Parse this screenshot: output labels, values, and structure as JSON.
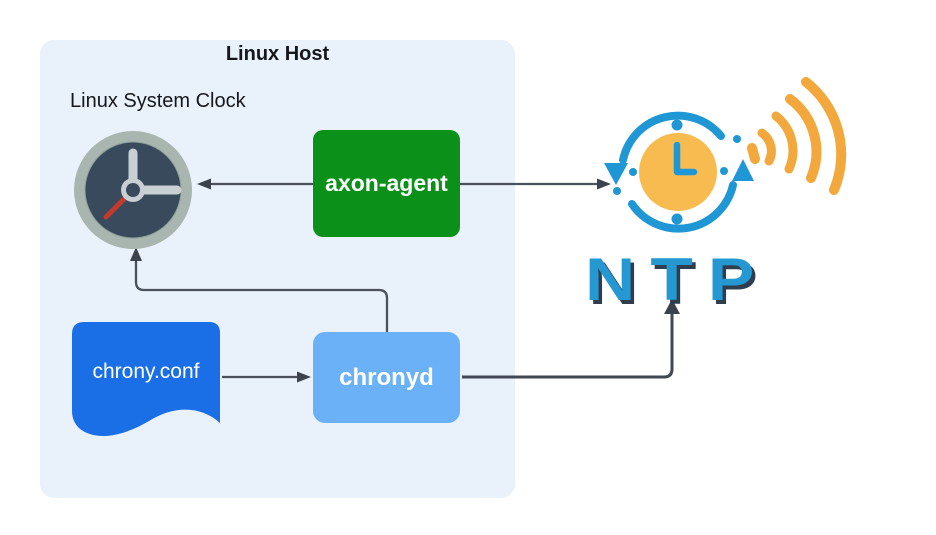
{
  "host": {
    "title": "Linux Host"
  },
  "nodes": {
    "system_clock": {
      "label": "Linux System Clock",
      "icon": "analog-clock-icon"
    },
    "axon_agent": {
      "label": "axon-agent"
    },
    "chrony_conf": {
      "label": "chrony.conf",
      "shape": "document"
    },
    "chronyd": {
      "label": "chronyd"
    },
    "ntp_server": {
      "label": "NTP",
      "icon": "ntp-clock-signal-logo"
    }
  },
  "edges": [
    {
      "from": "axon-agent",
      "to": "Linux System Clock",
      "style": "arrow-left"
    },
    {
      "from": "axon-agent",
      "to": "NTP",
      "style": "arrow-right"
    },
    {
      "from": "chrony.conf",
      "to": "chronyd",
      "style": "arrow-right"
    },
    {
      "from": "chronyd",
      "to": "Linux System Clock",
      "style": "elbow-arrow-up"
    },
    {
      "from": "chronyd",
      "to": "NTP",
      "style": "elbow-arrow-up"
    }
  ],
  "colors": {
    "host_bg": "#e9f1fb",
    "green": "#0b9119",
    "doc_blue": "#1b6fe6",
    "chronyd_blue": "#6bb1f8",
    "ntp_blue": "#2097d5",
    "ntp_text_blue": "#2598d2",
    "ntp_shadow": "#2f3d4e",
    "amber": "#f2a83c",
    "amber_light": "#f8bb50",
    "clock_ring": "#a9b6b0",
    "clock_face": "#3a4a5d",
    "clock_hand": "#c9d0d4",
    "clock_second_hand": "#c23b2c",
    "edge_line": "#4b515b",
    "edge_arrowhead": "#3c424c",
    "text_dark": "#15171c"
  }
}
